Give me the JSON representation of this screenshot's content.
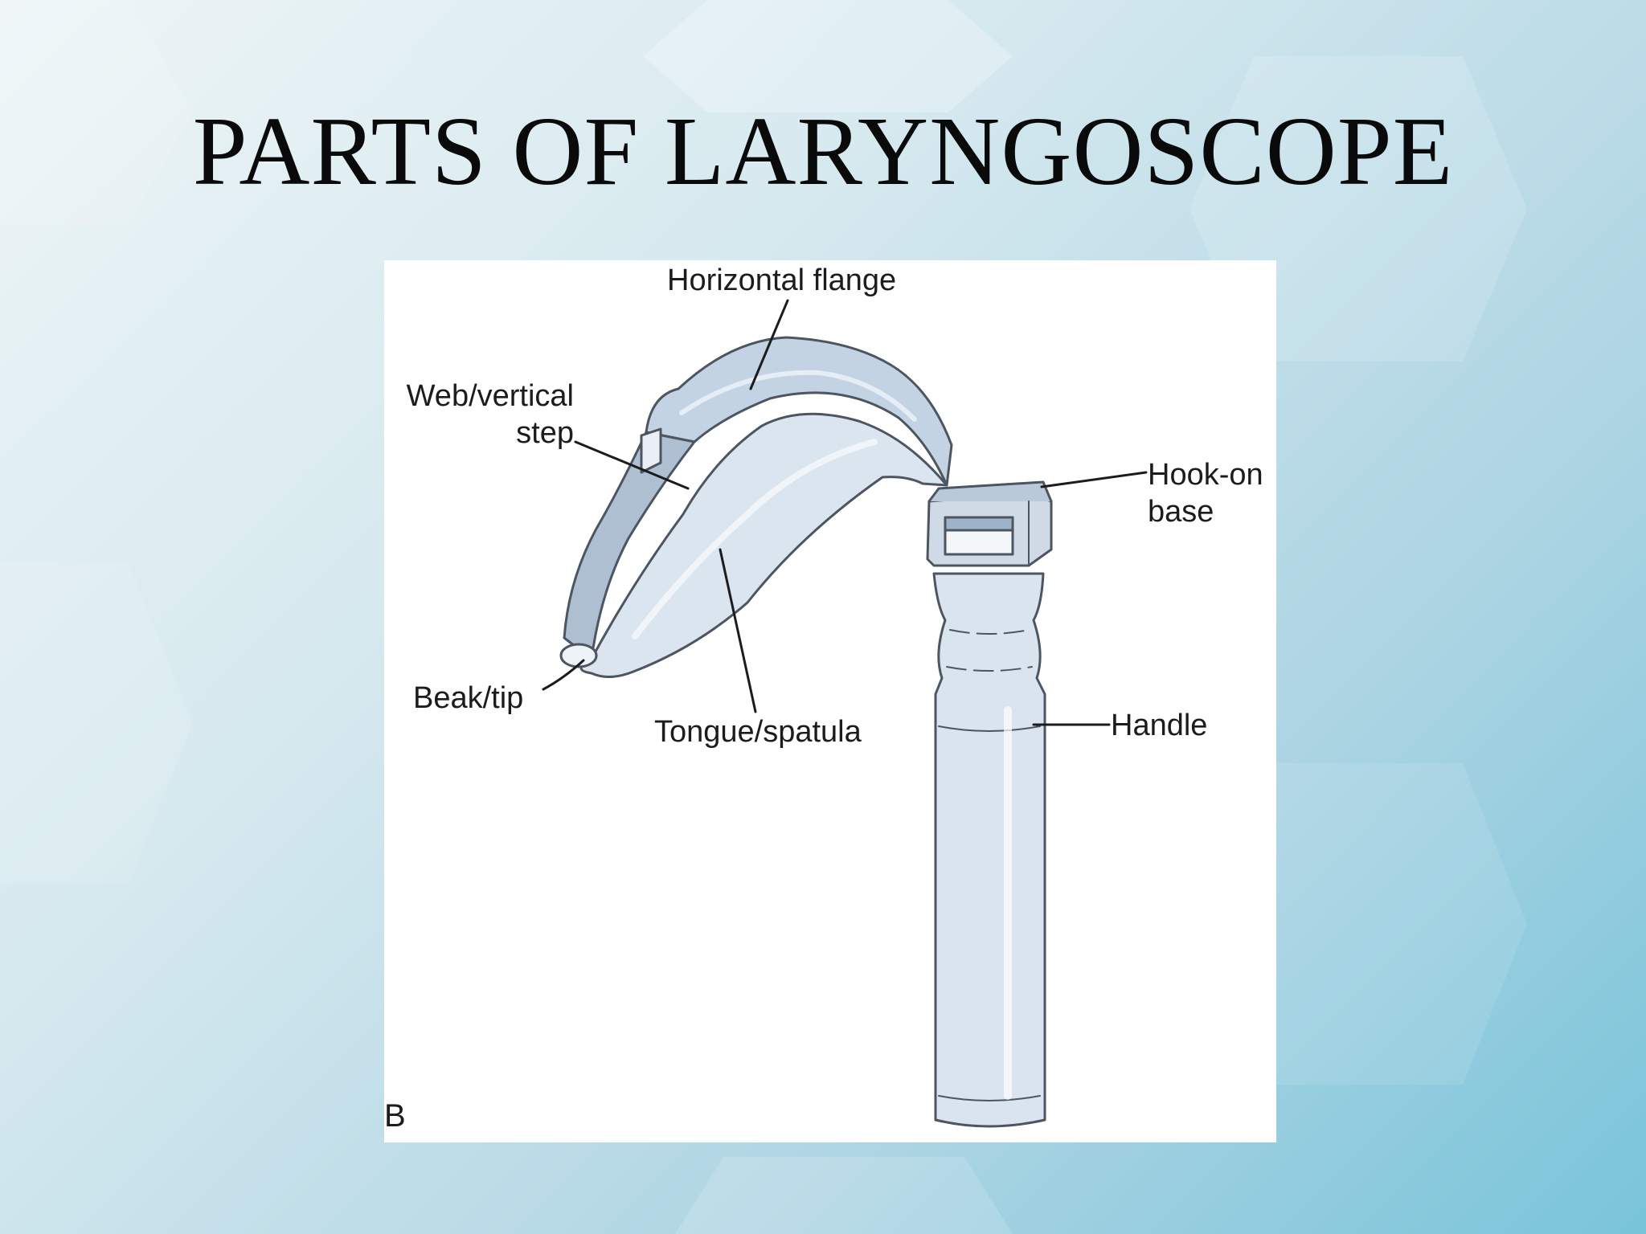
{
  "slide": {
    "title": "PARTS OF LARYNGOSCOPE"
  },
  "diagram": {
    "panel_letter": "B",
    "labels": {
      "horizontal_flange": "Horizontal flange",
      "web_vertical_step": "Web/vertical\nstep",
      "hook_on_base": "Hook-on\nbase",
      "beak_tip": "Beak/tip",
      "tongue_spatula": "Tongue/spatula",
      "handle": "Handle"
    }
  },
  "colors": {
    "instrument_fill": "#d7e2ee",
    "instrument_shade": "#b3c5d9",
    "instrument_outline": "#4d5560"
  }
}
